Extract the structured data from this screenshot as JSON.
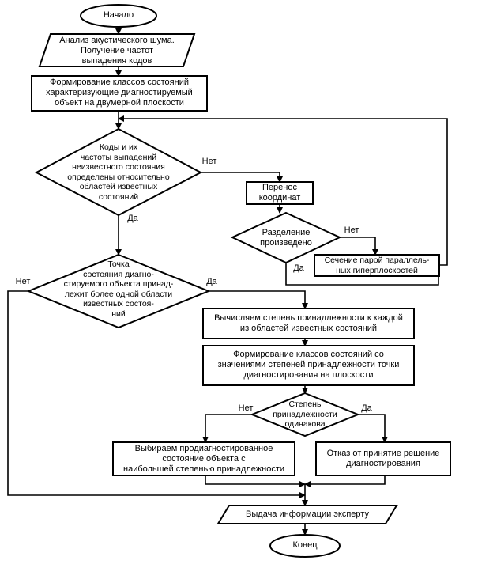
{
  "nodes": {
    "start": "Начало",
    "analysis": "Анализ акустического шума.\nПолучение частот\nвыпадения кодов",
    "form_classes": "Формирование классов состояний\nхарактеризующие диагностируемый\nобъект на двумерной плоскости",
    "decision_codes": "Коды и их\nчастоты выпадений\nнеизвестного состояния\nопределены относительно\nобластей известных\nсостояний",
    "transfer": "Перенос\nкоординат",
    "decision_separation": "Разделение\nпроизведено",
    "section": "Сечение парой параллель-\nных гиперплоскостей",
    "decision_point": "Точка\nсостояния диагно-\nстируемого объекта принад-\nлежит более одной области\nизвестных состоя-\nний",
    "compute_degree": "Вычисляем степень принадлежности к каждой\nиз областей известных состояний",
    "form_classes_degrees": "Формирование классов состояний со\nзначениями степеней принадлежности точки\nдиагностирования на плоскости",
    "decision_degree": "Степень\nпринадлежности\nодинакова",
    "choose": "Выбираем продиагностированное\nсостояние объекта с\nнаибольшей степенью принадлежности",
    "refuse": "Отказ от принятие решение\nдиагностирования",
    "output": "Выдача информации эксперту",
    "end": "Конец"
  },
  "edge_labels": {
    "codes_no": "Нет",
    "codes_yes": "Да",
    "separation_no": "Нет",
    "separation_yes": "Да",
    "point_no": "Нет",
    "point_yes": "Да",
    "degree_no": "Нет",
    "degree_yes": "Да"
  }
}
